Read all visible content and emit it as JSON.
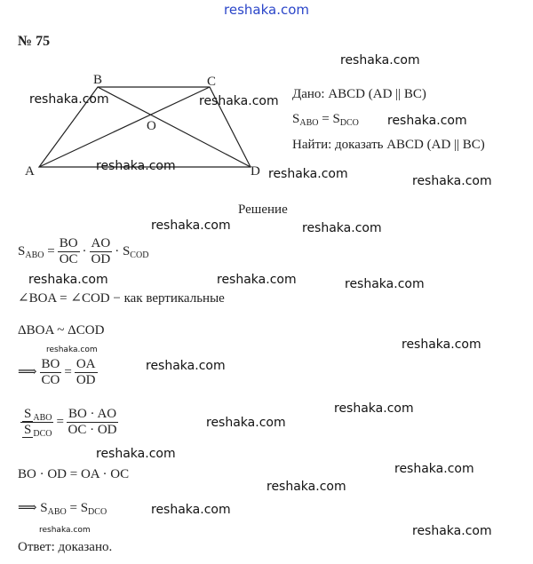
{
  "watermark": "reshaka.com",
  "problem_number": "№ 75",
  "figure": {
    "labels": {
      "A": "A",
      "B": "B",
      "C": "C",
      "D": "D",
      "O": "O"
    }
  },
  "given": {
    "line1": "Дано: ABCD (AD || BC)",
    "S": "S",
    "abo": "ABO",
    "eq": "=",
    "dco": "DCO",
    "find": "Найти: доказать ABCD (AD || BC)"
  },
  "solution": {
    "heading": "Решение",
    "f1": {
      "S": "S",
      "abo": "ABO",
      "eq": "=",
      "n1": "BO",
      "d1": "OC",
      "dot": "·",
      "n2": "AO",
      "d2": "OD",
      "cod": "COD"
    },
    "l2": "∠BOA = ∠COD − как вертикальные",
    "l3": "ΔBOA ~ ΔCOD",
    "f4": {
      "arrow": "⟹",
      "n1": "BO",
      "d1": "CO",
      "eq": "=",
      "n2": "OA",
      "d2": "OD"
    },
    "f5": {
      "S": "S",
      "abo": "ABO",
      "dco": "DCO",
      "eq": "=",
      "n": "BO · AO",
      "d": "OC · OD"
    },
    "l6": "BO · OD = OA · OC",
    "f7": {
      "arrow": "⟹",
      "S": "S",
      "abo": "ABO",
      "eq": "=",
      "dco": "DCO"
    },
    "answer": "Ответ: доказано."
  }
}
